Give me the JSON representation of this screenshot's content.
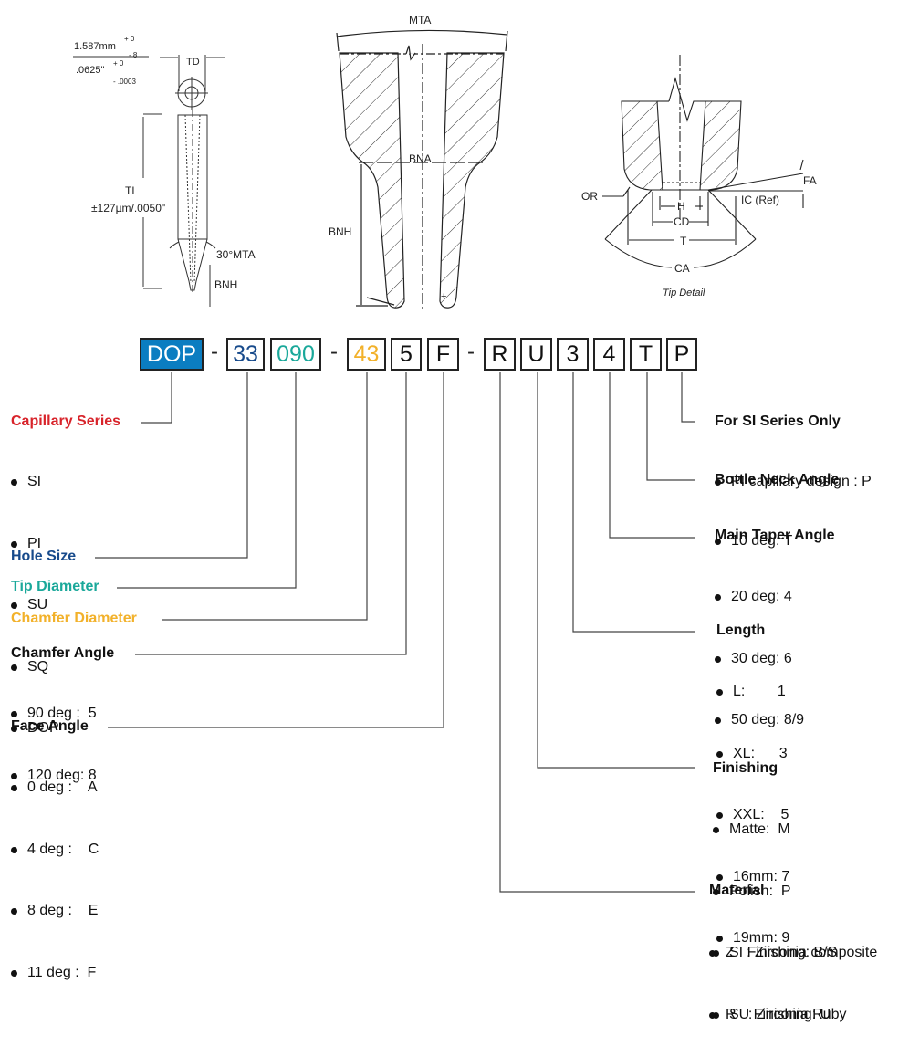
{
  "colors": {
    "series_fill": "#0B7DC1",
    "hole_size": "#174A8B",
    "tip_diameter": "#1AA89A",
    "chamfer_diameter": "#F2B12A",
    "capillary_series": "#D8232A",
    "line": "#333333"
  },
  "drawings": {
    "side_view": {
      "tolerance_mm": "1.587mm",
      "tol_mm_plus": "+ 0",
      "tol_mm_minus": "- 8",
      "tolerance_in": ".0625\"",
      "tol_in_plus": "+ 0",
      "tol_in_minus": "- .0003",
      "td_label": "TD",
      "tl_label": "TL",
      "tl_tolerance": "±127µm/.0050\"",
      "mta_label": "30°MTA",
      "bnh_label": "BNH"
    },
    "section_view": {
      "mta_label": "MTA",
      "bna_label": "BNA",
      "bnh_label": "BNH"
    },
    "tip_detail": {
      "or_label": "OR",
      "h_label": "H",
      "cd_label": "CD",
      "t_label": "T",
      "ca_label": "CA",
      "fa_label": "FA",
      "ic_label": "IC (Ref)",
      "caption": "Tip Detail"
    }
  },
  "part_code": {
    "segments": [
      "DOP",
      "33",
      "090",
      "43",
      "5",
      "F",
      "R",
      "U",
      "3",
      "4",
      "T",
      "P"
    ],
    "separator": "-"
  },
  "legend": {
    "capillary_series": {
      "title": "Capillary Series",
      "items": [
        "SI",
        "PI",
        "SU",
        "SQ",
        "DOP"
      ]
    },
    "hole_size": {
      "title": "Hole Size"
    },
    "tip_diameter": {
      "title": "Tip Diameter"
    },
    "chamfer_diameter": {
      "title": "Chamfer Diameter"
    },
    "chamfer_angle": {
      "title": "Chamfer Angle",
      "items": [
        "90 deg :  5",
        "120 deg: 8"
      ]
    },
    "face_angle": {
      "title": "Face Angle",
      "items": [
        "0 deg :    A",
        "4 deg :    C",
        "8 deg :    E",
        "11 deg :  F"
      ]
    },
    "si_series_only": {
      "title": "For SI Series Only",
      "items": [
        "PI capillary design : P"
      ]
    },
    "bottle_neck_angle": {
      "title": "Bottle Neck Angle",
      "items": [
        "10 deg: T"
      ]
    },
    "main_taper_angle": {
      "title": "Main Taper Angle",
      "items": [
        "20 deg: 4",
        "30 deg: 6",
        "50 deg: 8/9"
      ]
    },
    "length": {
      "title": "Length",
      "items": [
        "L:        1",
        "XL:      3",
        "XXL:    5",
        "16mm: 7",
        "19mm: 9"
      ]
    },
    "finishing": {
      "title": "Finishing",
      "items": [
        "Matte:  M",
        "Polish:  P",
        "SI Finishing: B/S",
        "SU Finishing: U"
      ]
    },
    "material": {
      "title": "Material",
      "items": [
        "Z   : Zirconia composite",
        "R   : Zirconia Ruby"
      ]
    }
  }
}
